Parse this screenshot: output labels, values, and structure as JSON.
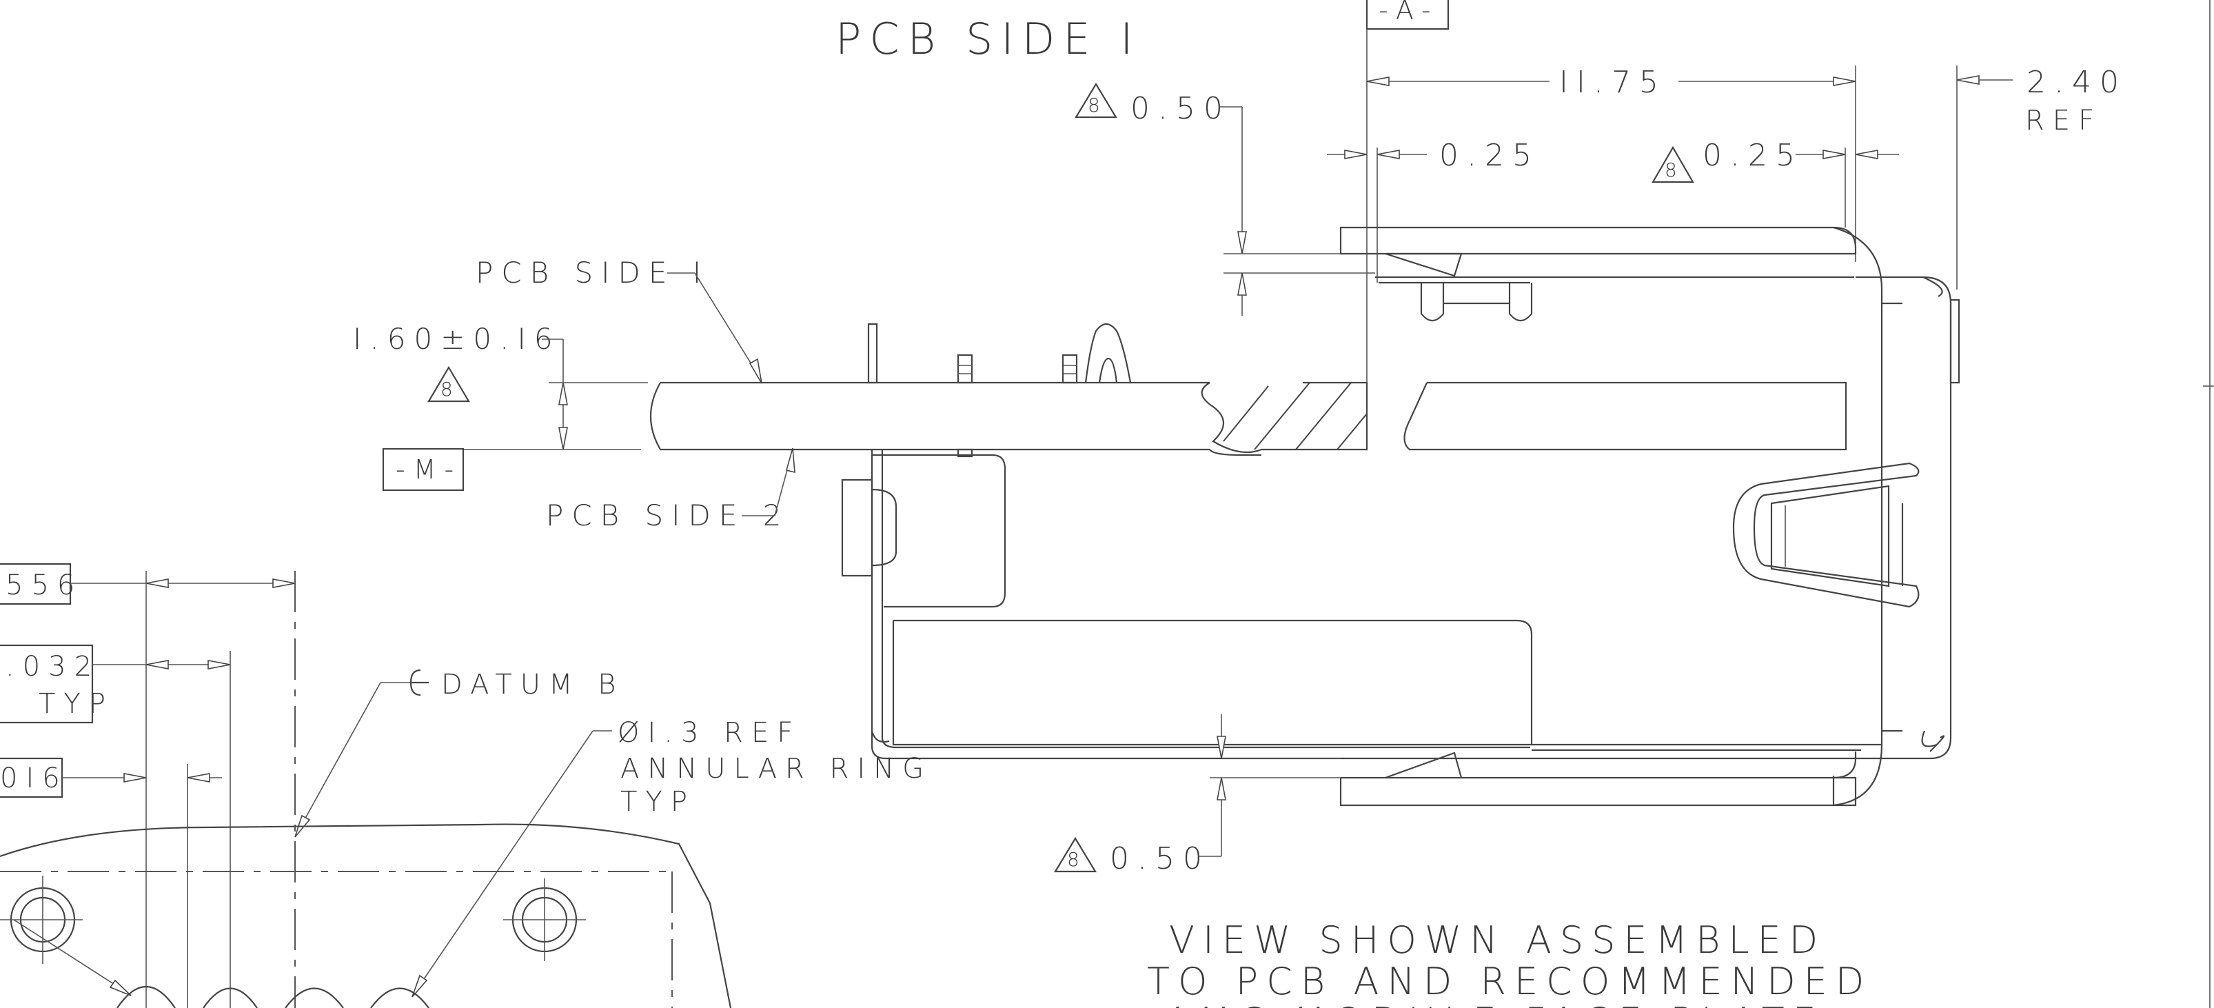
{
  "header": {
    "title": "PCB SIDE I"
  },
  "datums": {
    "a": "-A-",
    "m": "-M-"
  },
  "dimensions": {
    "overall_width": "II.75",
    "ref_width": "2.40",
    "ref_label": "REF",
    "top_offset": "0.50",
    "left_gap": "0.25",
    "right_gap": "0.25",
    "bottom_offset": "0.50",
    "pcb_thickness": "I.60±0.I6"
  },
  "flag_note": "8",
  "labels": {
    "pcb_side_1": "PCB SIDE I",
    "pcb_side_2": "PCB SIDE 2",
    "datum_b": "DATUM B",
    "annular_1": "ØI.3 REF",
    "annular_2": "ANNULAR RING",
    "annular_3": "TYP"
  },
  "left_dims": {
    "d1": "556",
    "d2": ".032",
    "d2_typ": "TYP",
    "d3": "0I6"
  },
  "notes": {
    "line1": "VIEW SHOWN ASSEMBLED",
    "line2": "TO PCB AND RECOMMENDED",
    "line3": "AMC MODULE FACE PLATE"
  }
}
